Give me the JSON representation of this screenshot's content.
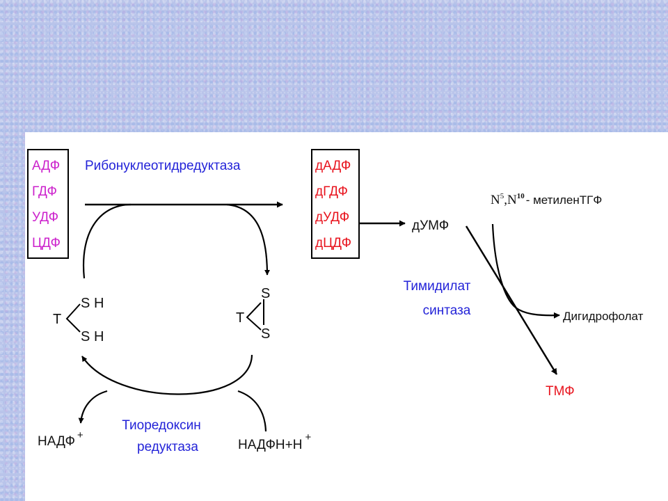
{
  "ribonucleotides": [
    "АДФ",
    "ГДФ",
    "УДФ",
    "ЦДФ"
  ],
  "deoxyribonucleotides": [
    "дАДФ",
    "дГДФ",
    "дУДФ",
    "дЦДФ"
  ],
  "enzyme_ribonucleotide_reductase": "Рибонуклеотидредуктаза",
  "thioredoxin_reduced": {
    "t": "T",
    "s1": "S",
    "h1": "H",
    "s2": "S",
    "h2": "H"
  },
  "thioredoxin_oxidized": {
    "t": "T",
    "s1": "S",
    "s2": "S"
  },
  "enzyme_thioredoxin_reductase": [
    "Тиоредоксин",
    "редуктаза"
  ],
  "nadp": {
    "base": "НАДФ",
    "sup": "+"
  },
  "nadph": {
    "base": "НАДФН+Н",
    "sup": "+"
  },
  "dump": "дУМФ",
  "methylene_thf": {
    "n1": "N",
    "sup1": "5",
    "comma": ",N",
    "sup2": "10",
    "rest": "- метиленТГФ"
  },
  "enzyme_thymidylate_synthase": [
    "Тимидилат",
    "синтаза"
  ],
  "dihydrofolate": "Дигидрофолат",
  "tmp": "ТМФ",
  "colors": {
    "enzyme": "#2323d8",
    "substrate": "#cc22cc",
    "product": "#e8141e",
    "background": "#b9c4ea"
  }
}
